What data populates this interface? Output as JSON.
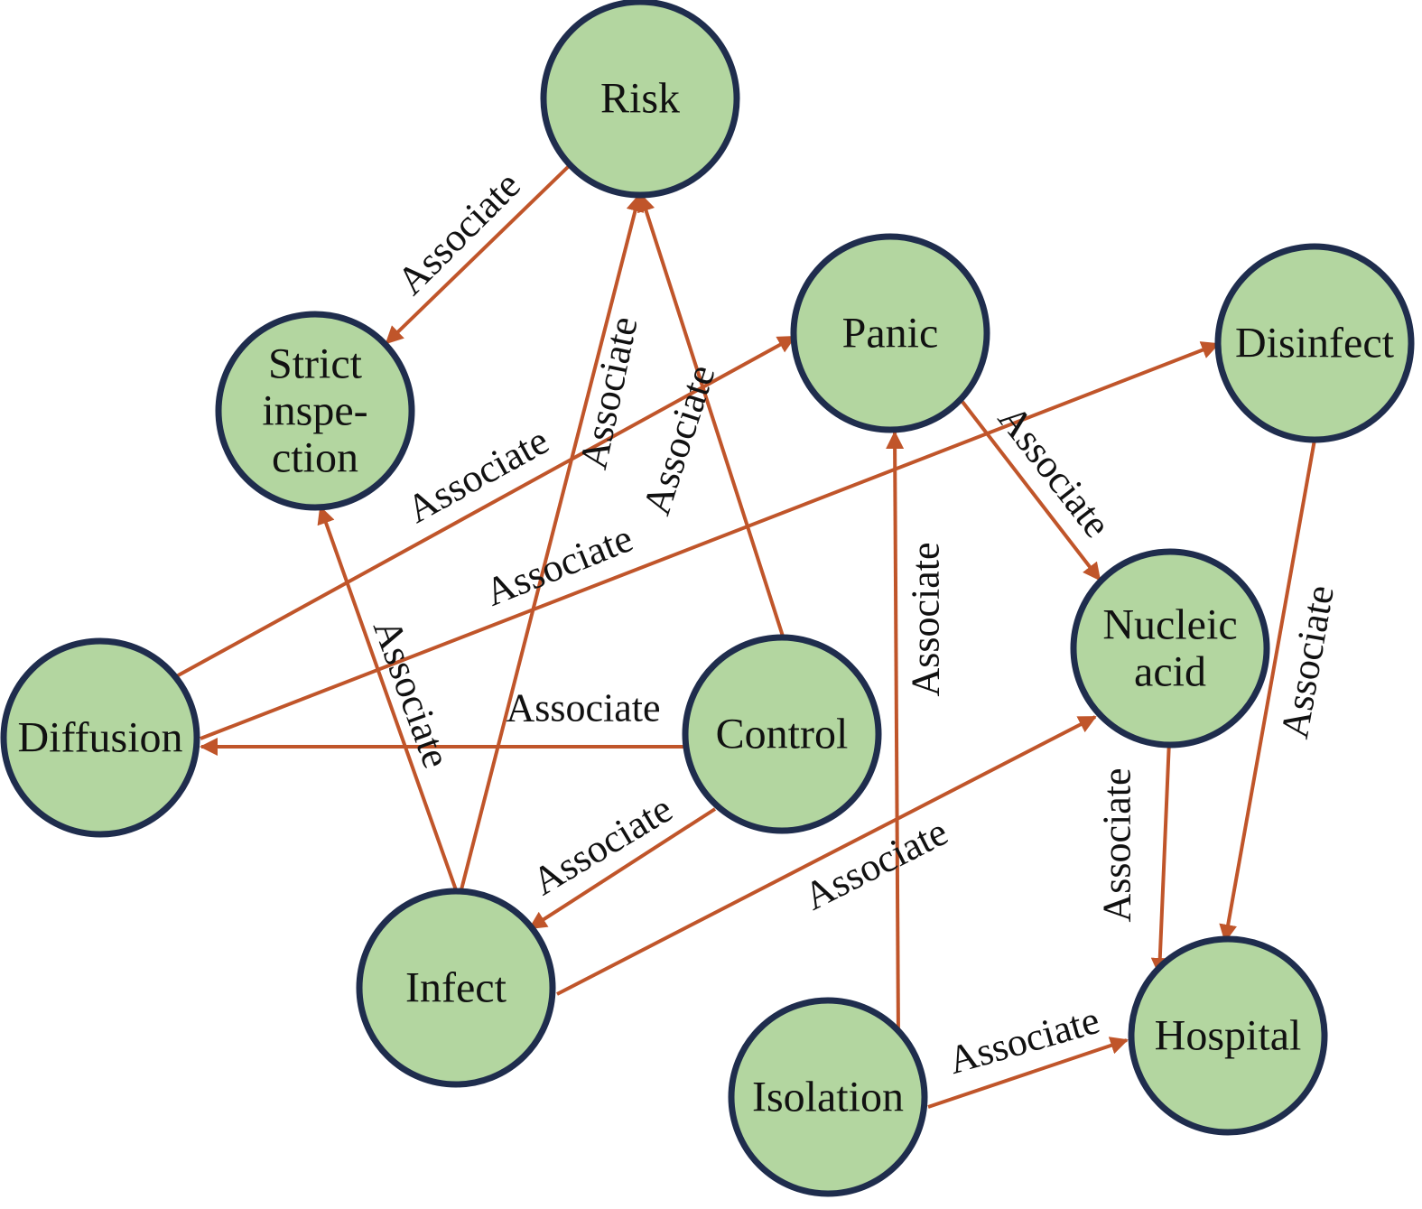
{
  "diagram": {
    "colors": {
      "node_fill": "#b3d6a0",
      "node_stroke": "#1f2d4d",
      "edge": "#c0552a",
      "text": "#111111"
    },
    "nodes": [
      {
        "id": "risk",
        "lines": [
          "Risk"
        ]
      },
      {
        "id": "strict",
        "lines": [
          "Strict",
          "inspe-",
          "ction"
        ]
      },
      {
        "id": "panic",
        "lines": [
          "Panic"
        ]
      },
      {
        "id": "disinfect",
        "lines": [
          "Disinfect"
        ]
      },
      {
        "id": "diffusion",
        "lines": [
          "Diffusion"
        ]
      },
      {
        "id": "control",
        "lines": [
          "Control"
        ]
      },
      {
        "id": "nucleic",
        "lines": [
          "Nucleic",
          "acid"
        ]
      },
      {
        "id": "infect",
        "lines": [
          "Infect"
        ]
      },
      {
        "id": "isolation",
        "lines": [
          "Isolation"
        ]
      },
      {
        "id": "hospital",
        "lines": [
          "Hospital"
        ]
      }
    ],
    "edges": [
      {
        "from": "risk",
        "to": "strict",
        "label": "Associate"
      },
      {
        "from": "diffusion",
        "to": "panic",
        "label": "Associate"
      },
      {
        "from": "infect",
        "to": "risk",
        "label": "Associate"
      },
      {
        "from": "control",
        "to": "risk",
        "label": "Associate"
      },
      {
        "from": "diffusion",
        "to": "disinfect",
        "label": "Associate"
      },
      {
        "from": "infect",
        "to": "strict",
        "label": "Associate"
      },
      {
        "from": "control",
        "to": "diffusion",
        "label": "Associate"
      },
      {
        "from": "control",
        "to": "infect",
        "label": "Associate"
      },
      {
        "from": "infect",
        "to": "nucleic",
        "label": "Associate"
      },
      {
        "from": "isolation",
        "to": "panic",
        "label": "Associate"
      },
      {
        "from": "panic",
        "to": "nucleic",
        "label": "Associate"
      },
      {
        "from": "nucleic",
        "to": "hospital",
        "label": "Associate"
      },
      {
        "from": "disinfect",
        "to": "hospital",
        "label": "Associate"
      },
      {
        "from": "isolation",
        "to": "hospital",
        "label": "Associate"
      }
    ]
  }
}
